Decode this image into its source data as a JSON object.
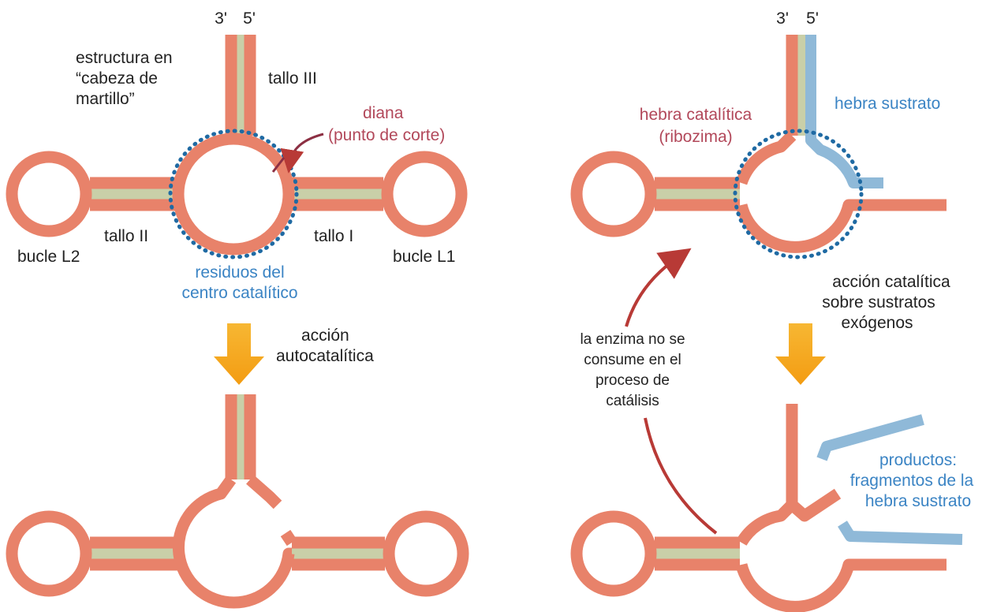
{
  "colors": {
    "strand": "#e8826a",
    "pairing": "#c9cfa8",
    "substrate": "#8fb9d8",
    "substrate_dark": "#1f6fb0",
    "catalytic_dots": "#1f6aa3",
    "arrow_orange": "#f5a623",
    "arrow_red": "#b83a36",
    "label_blue": "#3b84c4",
    "label_red": "#b2485a"
  },
  "left": {
    "end_3": "3'",
    "end_5": "5'",
    "structure_label": [
      "estructura en",
      "“cabeza de",
      "martillo”"
    ],
    "stem_iii": "tallo III",
    "target_label": [
      "diana",
      "(punto de corte)"
    ],
    "stem_ii": "tallo II",
    "stem_i": "tallo I",
    "loop_l2": "bucle L2",
    "loop_l1": "bucle L1",
    "catalytic_residues": [
      "residuos del",
      "centro catalítico"
    ],
    "action": [
      "acción",
      "autocatalítica"
    ]
  },
  "right": {
    "end_3": "3'",
    "end_5": "5'",
    "catalytic_strand": [
      "hebra catalítica",
      "(ribozima)"
    ],
    "substrate_strand": "hebra sustrato",
    "action": [
      "acción catalítica",
      "sobre sustratos",
      "exógenos"
    ],
    "enzyme_note": [
      "la enzima no se",
      "consume en el",
      "proceso de",
      "catálisis"
    ],
    "products": [
      "productos:",
      "fragmentos de la",
      "hebra sustrato"
    ]
  }
}
